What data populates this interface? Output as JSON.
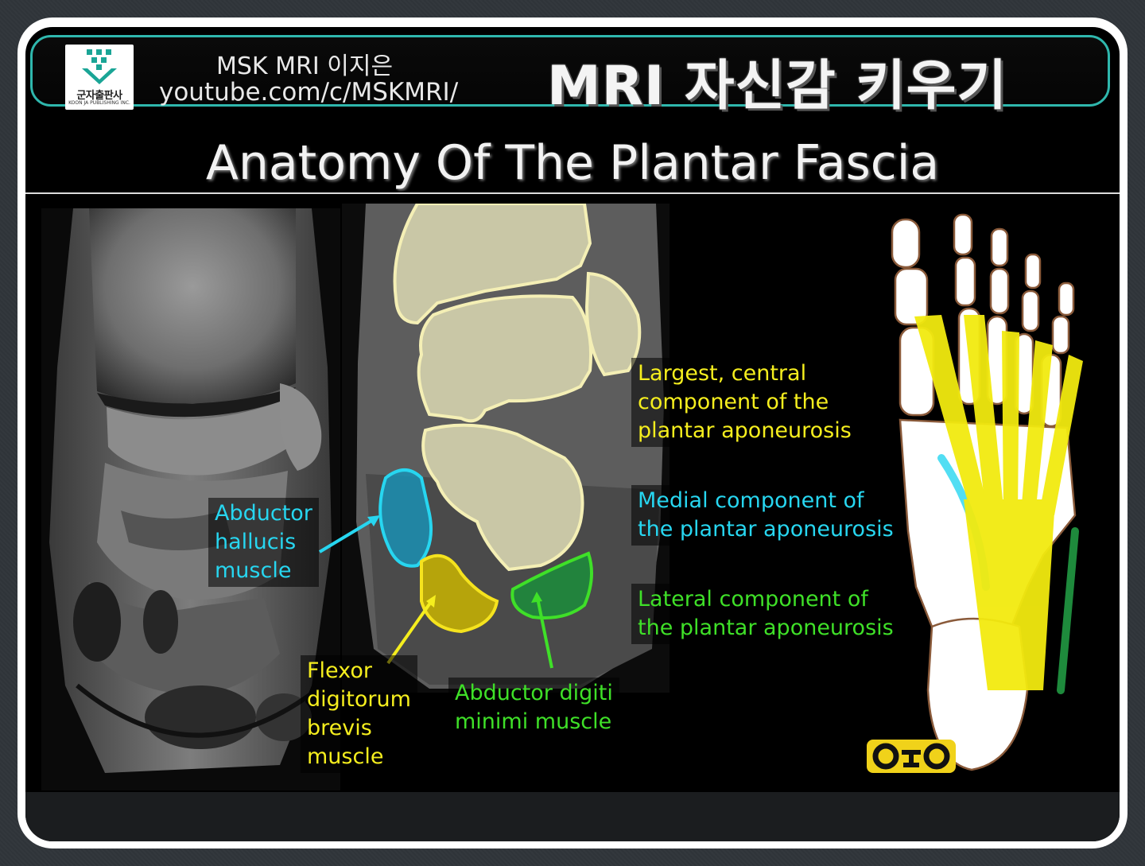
{
  "header": {
    "logo_text_ko": "군자출판사",
    "logo_text_en": "KOON JA PUBLISHING INC.",
    "channel_name": "MSK MRI 이지은",
    "channel_url": "youtube.com/c/MSKMRI/",
    "series_title": "MRI 자신감 키우기"
  },
  "slide": {
    "title": "Anatomy Of The Plantar Fascia"
  },
  "labels": {
    "abductor_hallucis": [
      "Abductor",
      "hallucis",
      "muscle"
    ],
    "flexor_digitorum_brevis": [
      "Flexor",
      "digitorum",
      "brevis",
      "muscle"
    ],
    "abductor_digiti_minimi": [
      "Abductor digiti",
      "minimi muscle"
    ],
    "central": [
      "Largest, central",
      "component of the",
      "plantar aponeurosis"
    ],
    "medial": [
      "Medial component of",
      "the plantar aponeurosis"
    ],
    "lateral": [
      "Lateral component of",
      "the plantar aponeurosis"
    ]
  },
  "colors": {
    "accent_teal": "#2fb7ad",
    "label_yellow": "#f5ee1e",
    "label_cyan": "#27d6f0",
    "label_green": "#3fe028",
    "bone_overlay": "#c9c7a6",
    "muscle_cyan": "#1a8fb3",
    "muscle_yellow": "#c9b400",
    "muscle_green": "#1e8a3c"
  },
  "icons": {
    "logo": "publisher-logo-icon",
    "watermark": "oto-watermark-icon"
  }
}
